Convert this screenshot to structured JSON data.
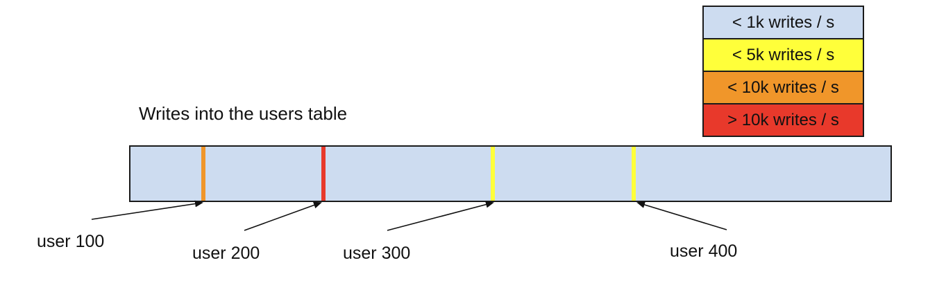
{
  "diagram": {
    "title": "Writes into the users table",
    "bar": {
      "fill_color": "#cddcf0",
      "border_color": "#1a1a1a"
    },
    "markers": [
      {
        "label": "user 100",
        "color": "#f0962a"
      },
      {
        "label": "user 200",
        "color": "#e8392b"
      },
      {
        "label": "user 300",
        "color": "#ffff3a"
      },
      {
        "label": "user 400",
        "color": "#ffff3a"
      }
    ],
    "legend": {
      "items": [
        {
          "label": "< 1k writes / s",
          "color": "#cddcf0"
        },
        {
          "label": "< 5k writes / s",
          "color": "#ffff3a"
        },
        {
          "label": "< 10k writes / s",
          "color": "#f0962a"
        },
        {
          "label": "> 10k writes / s",
          "color": "#e8392b"
        }
      ]
    }
  }
}
